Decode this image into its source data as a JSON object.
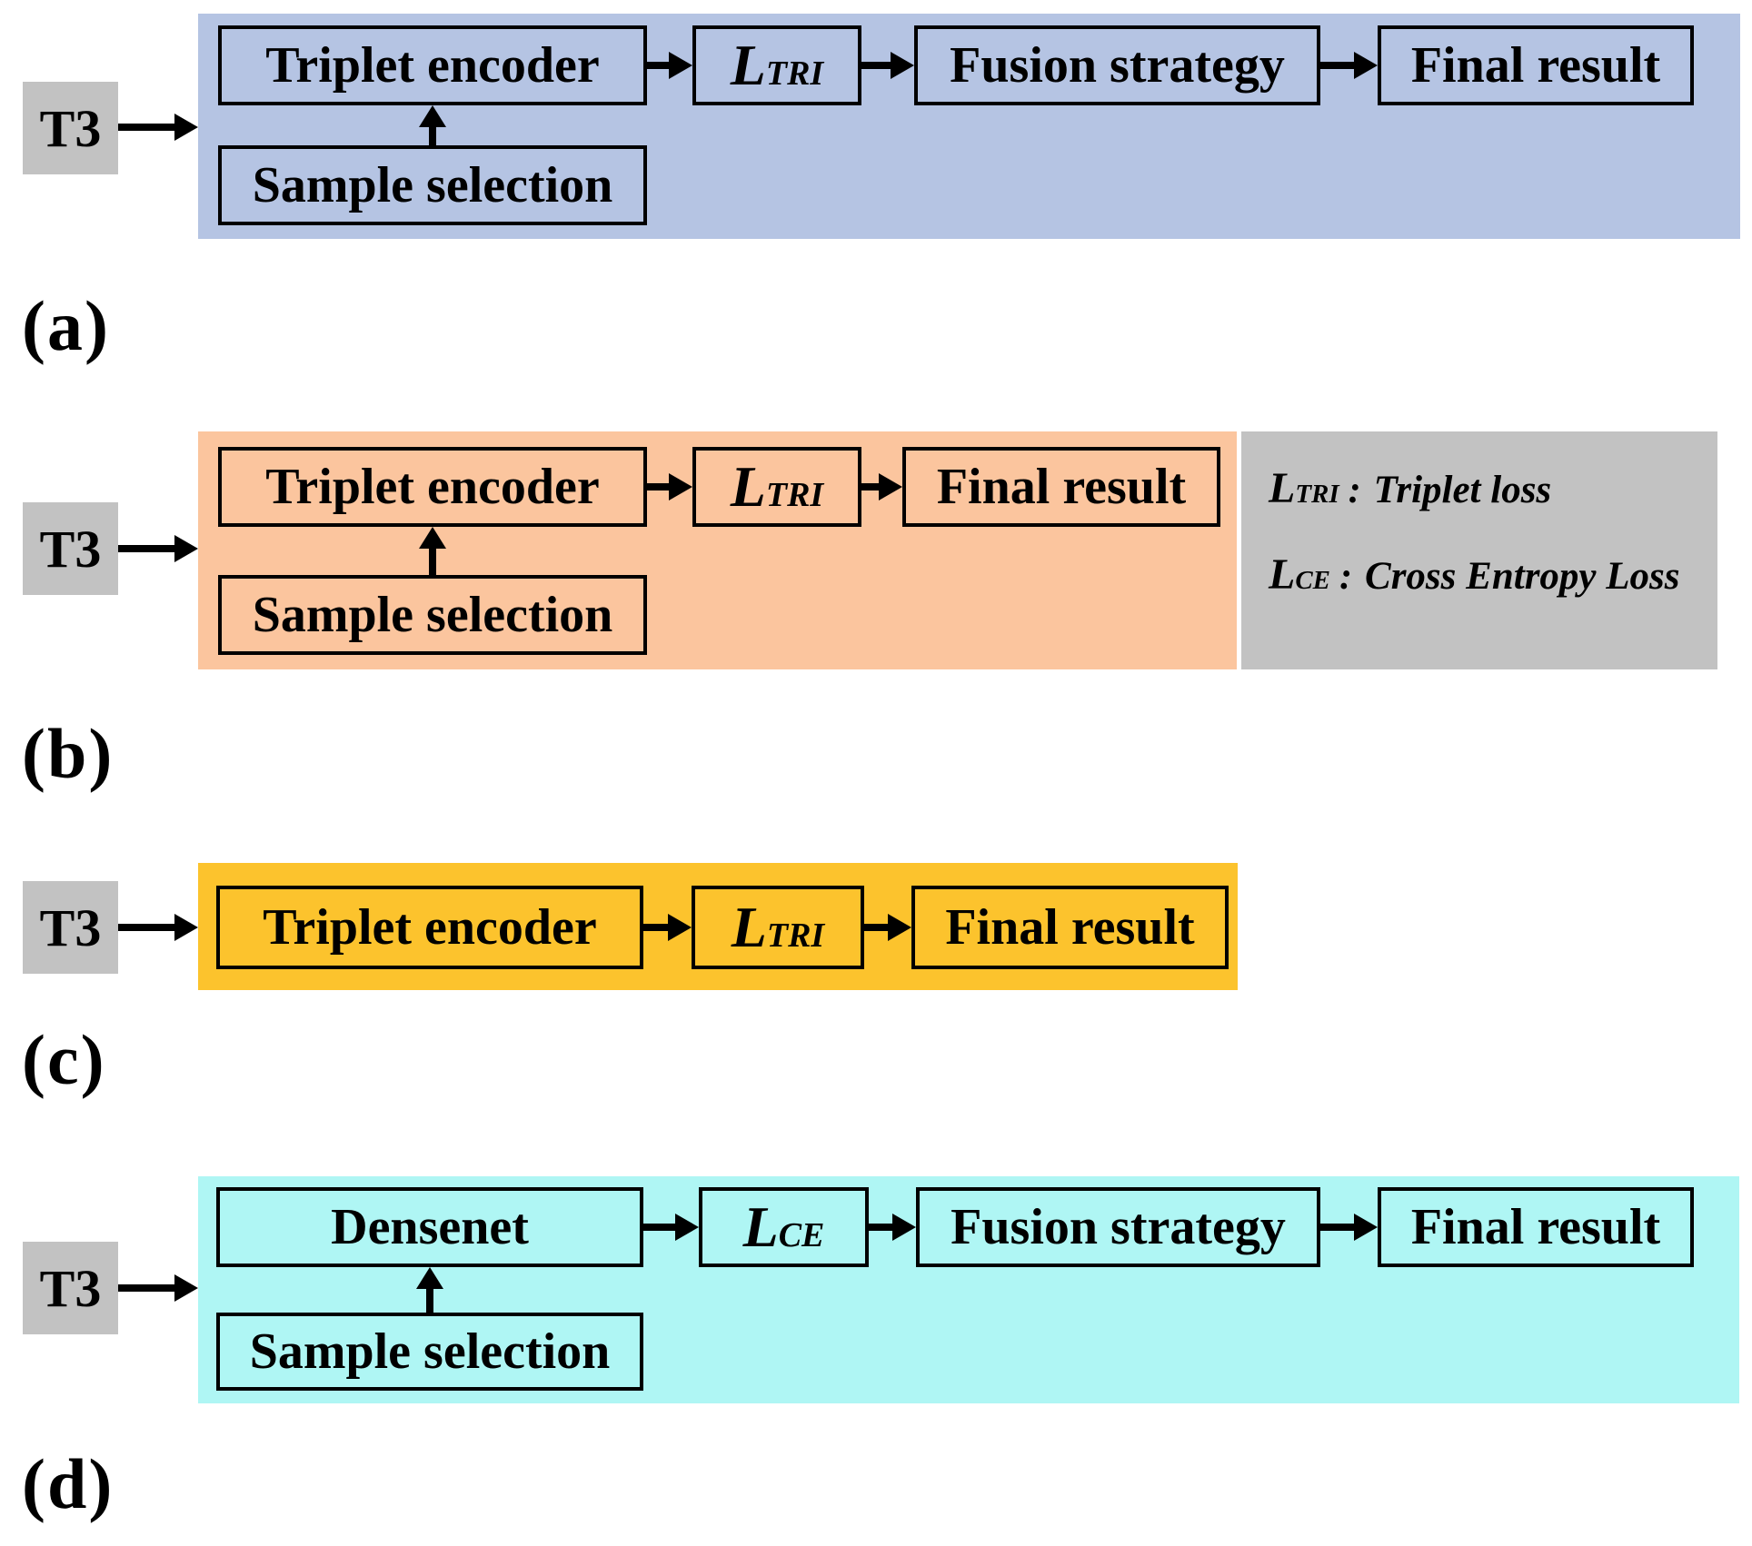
{
  "figure": {
    "input_label": "T3",
    "colors": {
      "panel_a": "#b5c4e3",
      "panel_b": "#fbc59e",
      "panel_c": "#fcc32d",
      "panel_d": "#aff6f4",
      "input_box": "#c2c2c2",
      "legend_box": "#c2c2c2",
      "line_color": "#000000"
    },
    "panels": {
      "a": {
        "label": "(a)",
        "encoder": "Triplet encoder",
        "loss_main": "L",
        "loss_sub": "TRI",
        "fusion": "Fusion strategy",
        "final": "Final result",
        "sample": "Sample selection"
      },
      "b": {
        "label": "(b)",
        "encoder": "Triplet encoder",
        "loss_main": "L",
        "loss_sub": "TRI",
        "final": "Final result",
        "sample": "Sample selection"
      },
      "c": {
        "label": "(c)",
        "encoder": "Triplet encoder",
        "loss_main": "L",
        "loss_sub": "TRI",
        "final": "Final result"
      },
      "d": {
        "label": "(d)",
        "encoder": "Densenet",
        "loss_main": "L",
        "loss_sub": "CE",
        "fusion": "Fusion strategy",
        "final": "Final result",
        "sample": "Sample selection"
      }
    },
    "legend": {
      "line1": {
        "term_main": "L",
        "term_sub": "TRI",
        "sep": ":",
        "desc": "Triplet loss"
      },
      "line2": {
        "term_main": "L",
        "term_sub": "CE",
        "sep": ":",
        "desc": "Cross Entropy Loss"
      }
    }
  }
}
